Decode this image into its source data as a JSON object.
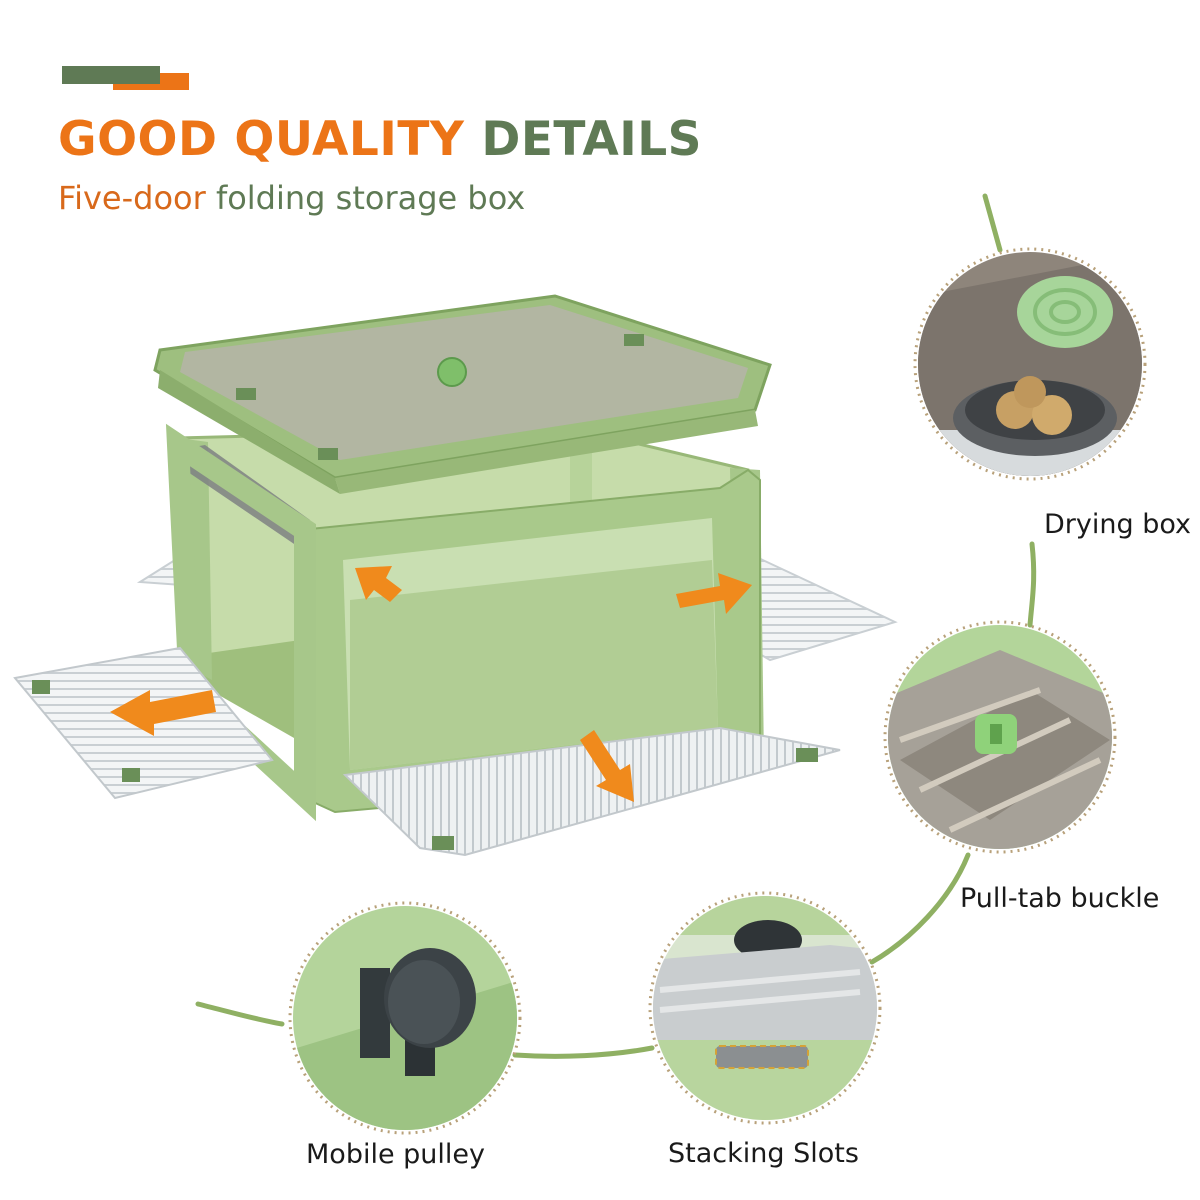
{
  "header": {
    "title_part1": "GOOD QUALITY ",
    "title_part2": "DETAILS",
    "subtitle_part1": "Five-door ",
    "subtitle_part2": "folding storage box"
  },
  "features": [
    {
      "label": "Drying box"
    },
    {
      "label": "Pull-tab buckle"
    },
    {
      "label": "Mobile pulley"
    },
    {
      "label": "Stacking Slots"
    }
  ],
  "colors": {
    "accent_orange": "#ec7417",
    "accent_green": "#5f7a55",
    "connector_green": "#8fb063",
    "box_green": "#a8c98a",
    "label_text": "#1a1a1a"
  },
  "icons": [
    "arrow-icon"
  ]
}
